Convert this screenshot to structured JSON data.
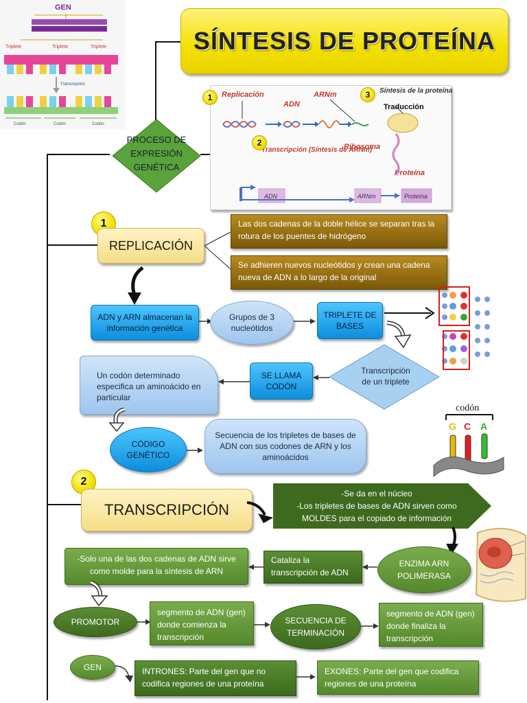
{
  "title": "SÍNTESIS DE PROTEÍNA",
  "gene_figure": {
    "gen_label": "GEN",
    "triplet_labels": [
      "Triplete",
      "Triplete",
      "Triplete"
    ],
    "transcription_label": "Transcripción",
    "codon_labels": [
      "Codón",
      "Codón",
      "Codón"
    ]
  },
  "process": {
    "label": "PROCESO DE EXPRESIÓN GENÉTICA"
  },
  "expression_figure": {
    "replicacion": "Replicación",
    "adn": "ADN",
    "arnm": "ARNm",
    "sintesis": "Síntesis de la proteína",
    "traduccion": "Traducción",
    "transcripcion": "Transcripción (Síntesis de ARNm)",
    "ribosoma": "Ribosoma",
    "proteina": "Proteína",
    "flow_adn": "ADN",
    "flow_arnm": "ARNm",
    "flow_proteina": "Proteína",
    "badges": [
      "1",
      "2",
      "3"
    ]
  },
  "replicacion": {
    "badge": "1",
    "label": "REPLICACIÓN",
    "note1": "Las dos cadenas de la doble hélice se separan tras la rotura de los puentes de hidrógeno",
    "note2": "Se adhieren nuevos nucleótidos y crean una cadena nueva de ADN a lo largo de la original"
  },
  "codigo": {
    "adn_arn": "ADN y ARN almacenan la información genética",
    "grupos": "Grupos de 3 nucleótidos",
    "triplete": "TRIPLETE DE BASES",
    "transcripcion_triplete": "Transcripción de un triplete",
    "se_llama": "SE LLAMA CODÓN",
    "codon_def": "Un codón determinado especifica un aminoácido en particular",
    "codigo_genetico": "CÓDIGO GENÉTICO",
    "secuencia": "Secuencia de los tripletes de bases de ADN con sus codones de ARN y los aminoácidos",
    "codon_fig_label": "codón",
    "codon_letters": [
      "G",
      "C",
      "A"
    ]
  },
  "transcripcion": {
    "badge": "2",
    "label": "TRANSCRIPCIÓN",
    "arrow_note": "-Se da en el núcleo\n-Los tripletes de bases de ADN sirven como MOLDES para el copiado de información",
    "enzima": "ENZIMA ARN POLIMERASA",
    "cataliza": "Cataliza la transcripción de ADN",
    "molde": "-Solo una de las dos cadenas de ADN sirve como molde para la síntesis de ARN",
    "promotor": "PROMOTOR",
    "segmento_comienza": "segmento de ADN (gen) donde comienza la transcripción",
    "secuencia_terminacion": "SECUENCIA DE TERMINACIÓN",
    "segmento_finaliza": "segmento de ADN (gen) donde finaliza la transcripción",
    "gen": "GEN",
    "intrones": "INTRONES: Parte del gen que no codifica regiones de una proteína",
    "exones": "EXONES: Parte del gen que codifica regiones de una proteína"
  },
  "colors": {
    "title_yellow": "#f3e000",
    "diamond_green": "#5aa23a",
    "brown": "#8a6510",
    "blue": "#1a9be6",
    "dark_green": "#3d6a1e"
  }
}
